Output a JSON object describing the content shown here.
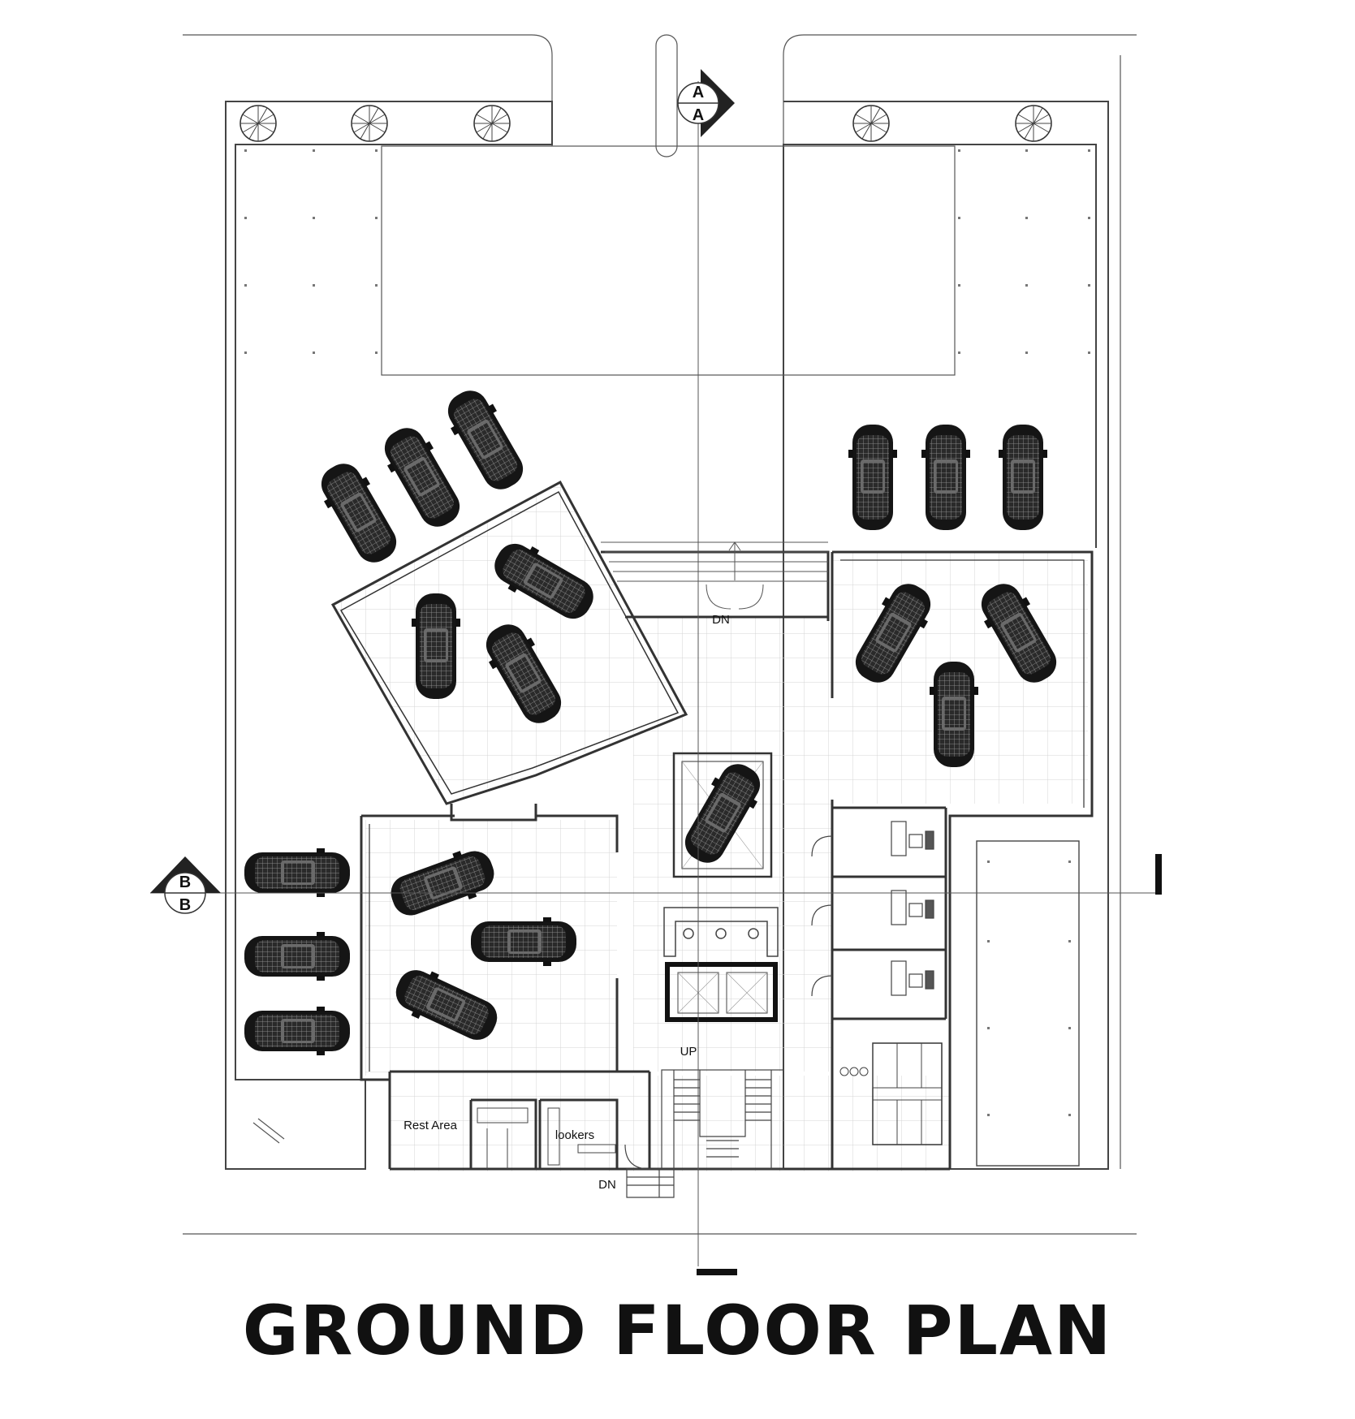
{
  "title": "GROUND FLOOR PLAN",
  "labels": {
    "dn_top": "DN",
    "up": "UP",
    "dn_bottom": "DN",
    "rest_area": "Rest Area",
    "lockers": "lookers"
  },
  "section_marks": {
    "a_top": "A",
    "a_bottom": "A",
    "b_top": "B",
    "b_bottom": "B"
  },
  "colors": {
    "line": "#333333",
    "car": "#1a1a1a",
    "grid": "#cfcfcf"
  }
}
